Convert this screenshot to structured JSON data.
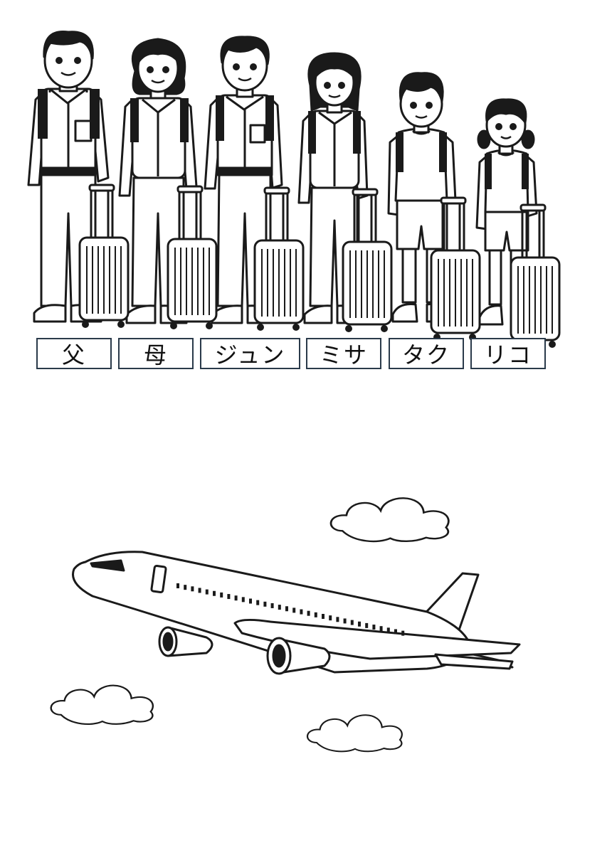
{
  "family": {
    "labels": [
      "父",
      "母",
      "ジュン",
      "ミサ",
      "タク",
      "リコ"
    ]
  },
  "colors": {
    "ink": "#1a1a1a",
    "box_border": "#2a3a4a",
    "paper": "#ffffff"
  }
}
